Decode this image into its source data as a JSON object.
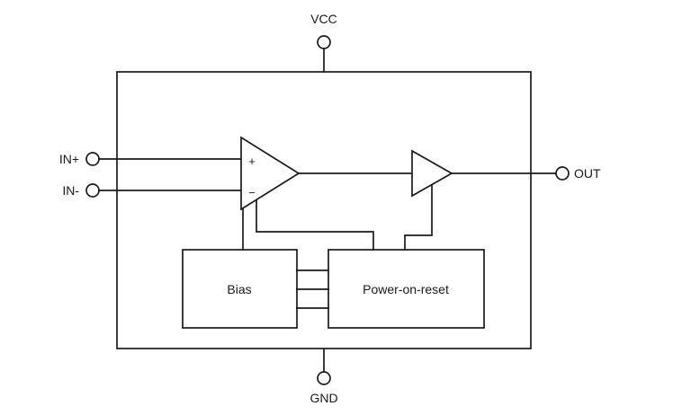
{
  "diagram": {
    "title": "amplifier-functional-block-diagram",
    "pins": {
      "vcc": "VCC",
      "gnd": "GND",
      "in_plus": "IN+",
      "in_minus": "IN-",
      "out": "OUT"
    },
    "blocks": {
      "bias": "Bias",
      "power_on_reset": "Power-on-reset"
    },
    "opamp": {
      "plus_sign": "+",
      "minus_sign": "−"
    },
    "colors": {
      "line": "#1a1a1a",
      "background": "#ffffff"
    }
  }
}
